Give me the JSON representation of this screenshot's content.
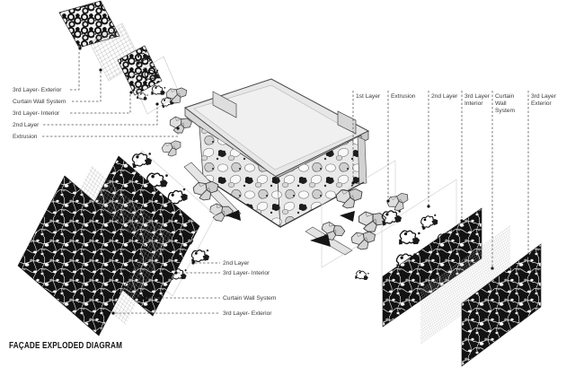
{
  "title": "FAÇADE EXPLODED DIAGRAM",
  "left_labels": [
    {
      "text": "3rd Layer- Exterior"
    },
    {
      "text": "Curtain Wall System"
    },
    {
      "text": "3rd Layer- Interior"
    },
    {
      "text": "2nd Layer"
    },
    {
      "text": "Extrusion"
    }
  ],
  "bottom_left_labels": [
    {
      "text": "2nd Layer"
    },
    {
      "text": "3rd Layer- Interior"
    },
    {
      "text": "Curtain Wall System"
    },
    {
      "text": "3rd Layer- Exterior"
    }
  ],
  "right_labels": [
    {
      "lines": [
        "1st Layer",
        "",
        ""
      ]
    },
    {
      "lines": [
        "Extrusion",
        "",
        ""
      ]
    },
    {
      "lines": [
        "2nd Layer",
        "",
        ""
      ]
    },
    {
      "lines": [
        "3rd Layer",
        "Interior",
        ""
      ]
    },
    {
      "lines": [
        "Curtain",
        "Wall",
        "System"
      ]
    },
    {
      "lines": [
        "3rd Layer",
        "Exterior",
        ""
      ]
    }
  ],
  "colors": {
    "background": "#ffffff",
    "ink": "#141414",
    "leader": "#5a5a5a",
    "panel_dark": "#121212",
    "block_gray": "#d8d8d8",
    "mesh_gray": "#9a9a9a",
    "roof_gray": "#ececec",
    "wall_gray": "#e9e9e9"
  }
}
